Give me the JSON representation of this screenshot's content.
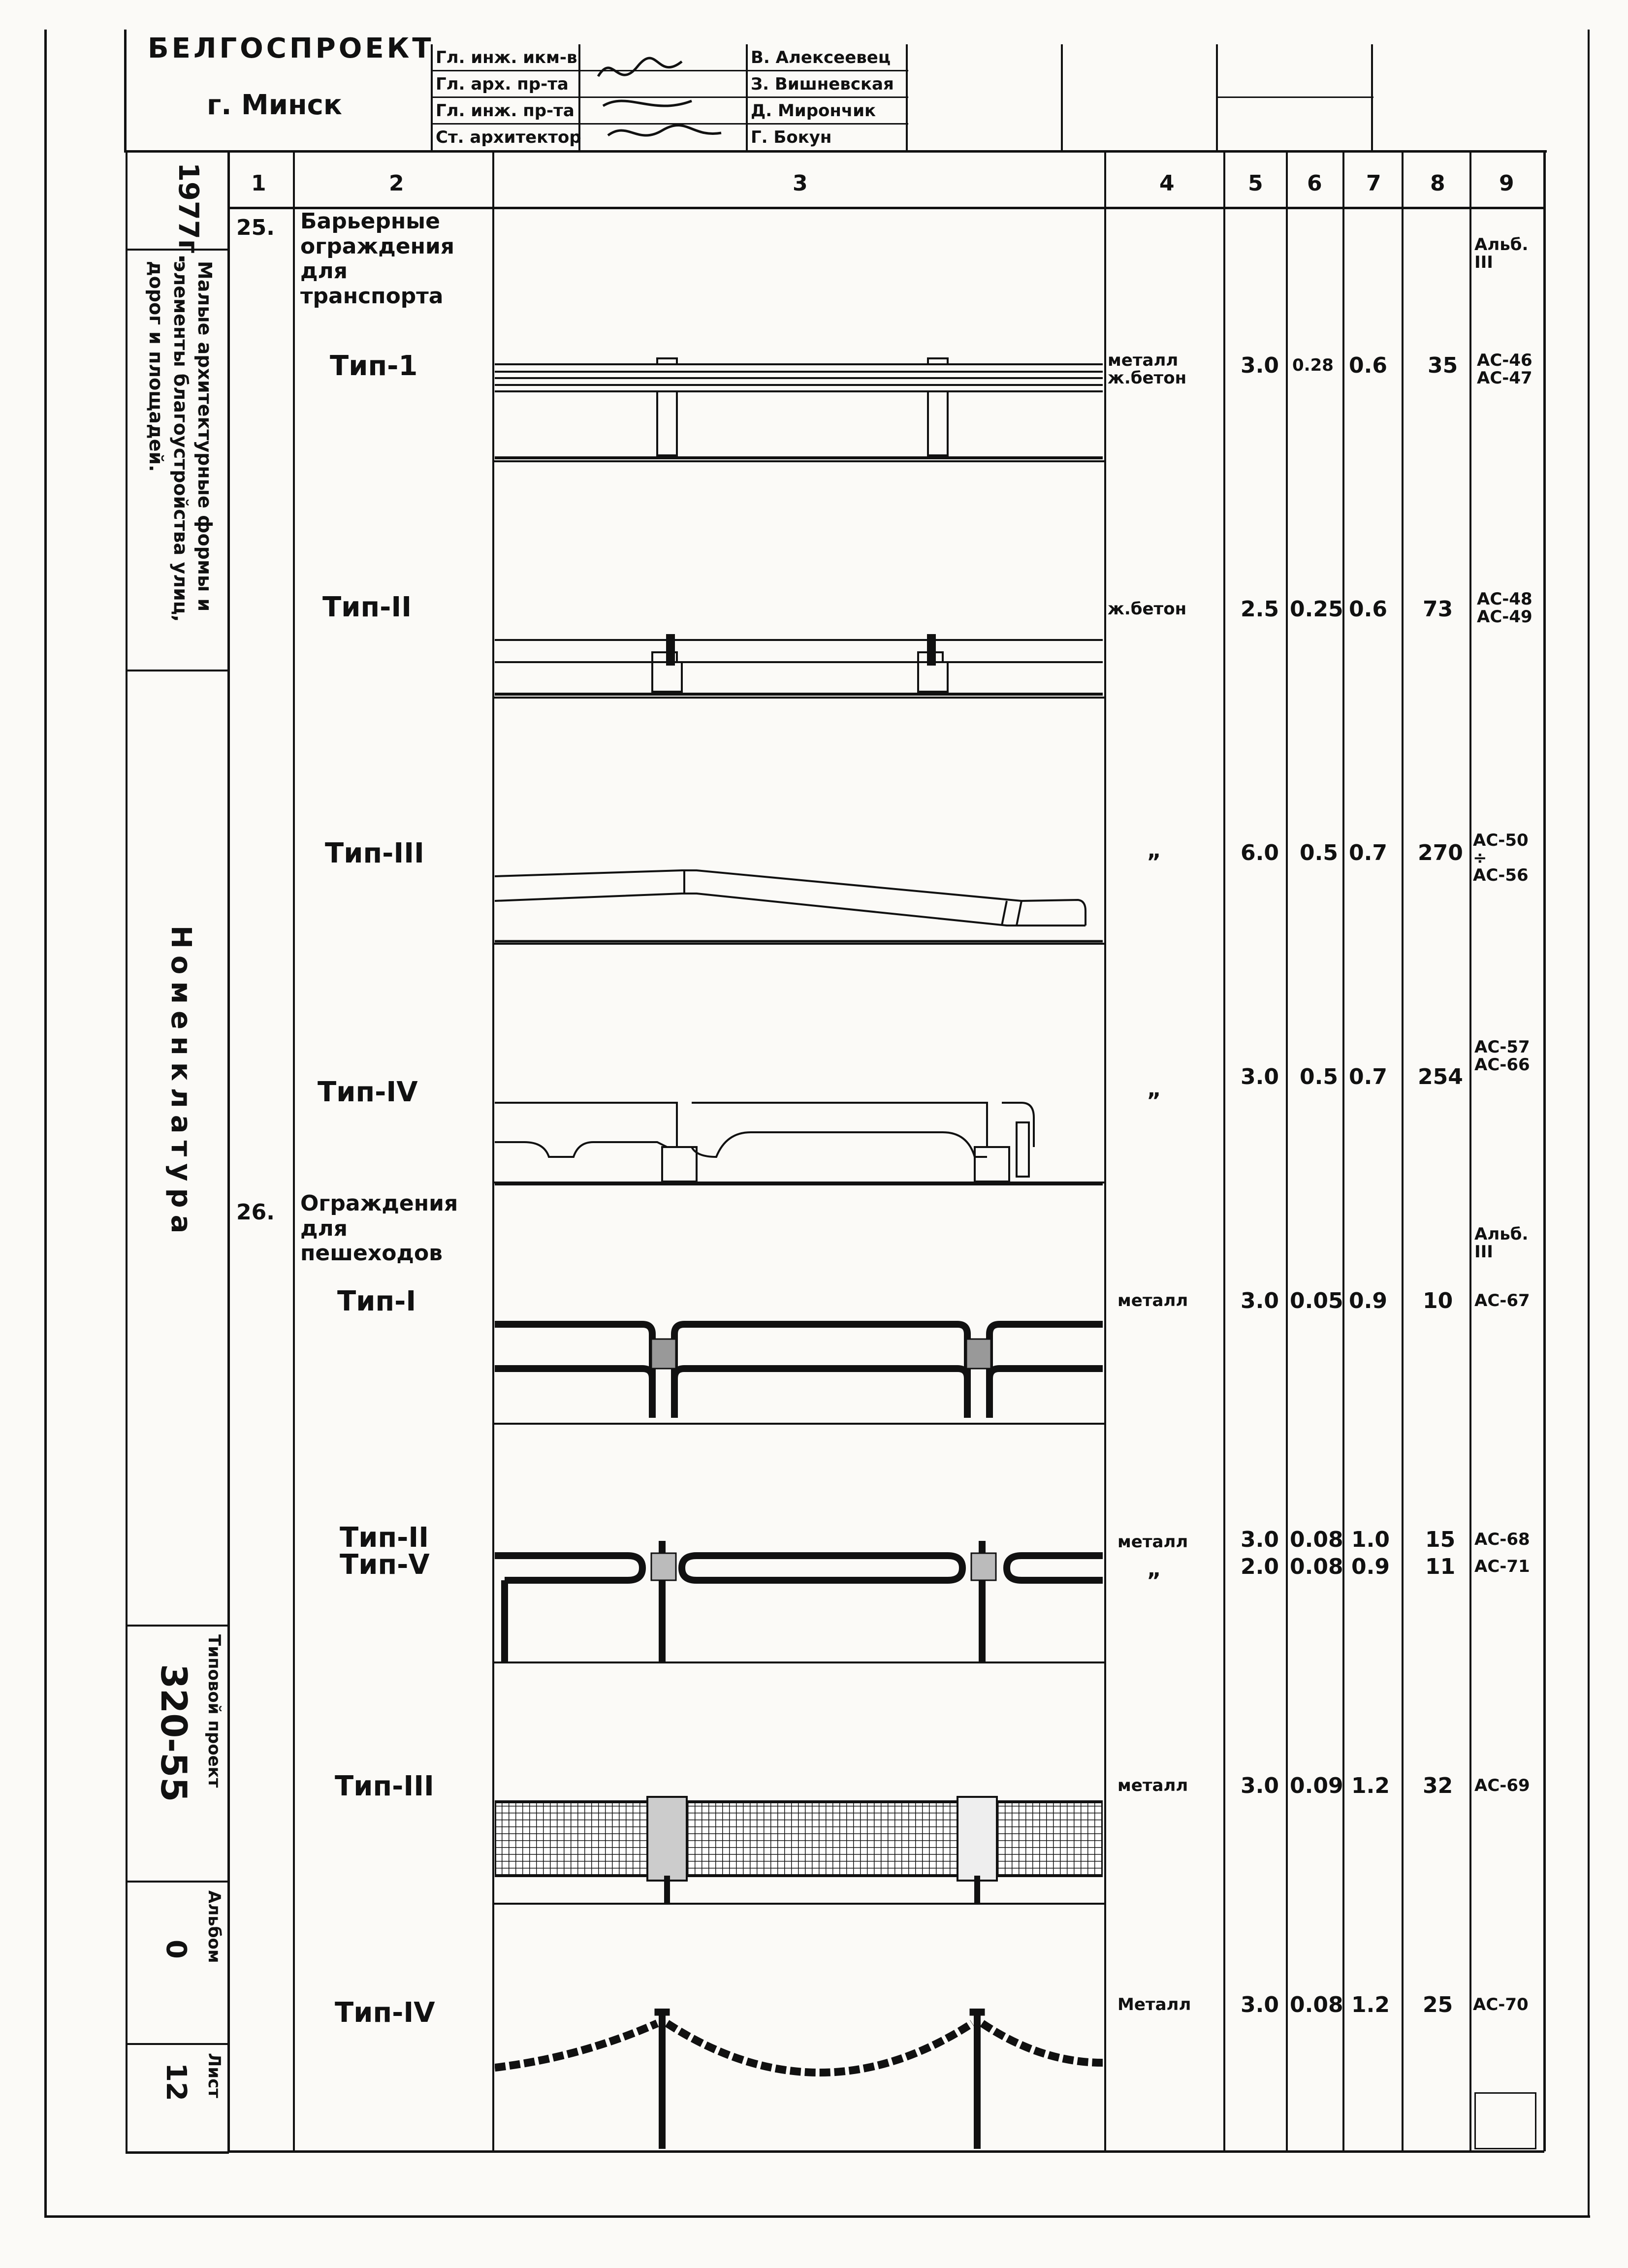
{
  "header": {
    "org": "БЕЛГОСПРОЕКТ",
    "city": "г. Минск",
    "roles": [
      "Гл. инж. икм-в",
      "Гл. арх. пр-та",
      "Гл. инж. пр-та",
      "Ст. архитектор"
    ],
    "names": [
      "В. Алексеевец",
      "З. Вишневская",
      "Д. Мирончик",
      "Г. Бокун"
    ]
  },
  "side": {
    "year": "1977г.",
    "subject": "Малые архитектурные формы и элементы благоустройства улиц, дорог и площадей.",
    "section": "Номенклатура",
    "project_label": "Типовой проект",
    "project_no": "320-55",
    "album_label": "Альбом",
    "album_no": "0",
    "sheet_label": "Лист",
    "sheet_no": "12"
  },
  "columns": [
    "1",
    "2",
    "3",
    "4",
    "5",
    "6",
    "7",
    "8",
    "9"
  ],
  "groups": [
    {
      "no": "25.",
      "title": "Барьерные ограждения для транспорта",
      "album": "Альб. III"
    },
    {
      "no": "26.",
      "title": "Ограждения для пешеходов",
      "album": "Альб. III"
    }
  ],
  "rows": [
    {
      "type": "Тип-1",
      "material": "металл ж.бетон",
      "c5": "3.0",
      "c6": "0.28",
      "c7": "0.6",
      "c8": "35",
      "ref": "АС-46 АС-47"
    },
    {
      "type": "Тип-II",
      "material": "ж.бетон",
      "c5": "2.5",
      "c6": "0.25",
      "c7": "0.6",
      "c8": "73",
      "ref": "АС-48 АС-49"
    },
    {
      "type": "Тип-III",
      "material": "„",
      "c5": "6.0",
      "c6": "0.5",
      "c7": "0.7",
      "c8": "270",
      "ref": "АС-50 ÷ АС-56"
    },
    {
      "type": "Тип-IV",
      "material": "„",
      "c5": "3.0",
      "c6": "0.5",
      "c7": "0.7",
      "c8": "254",
      "ref": "АС-57 АС-66"
    },
    {
      "type": "Тип-I",
      "material": "металл",
      "c5": "3.0",
      "c6": "0.05",
      "c7": "0.9",
      "c8": "10",
      "ref": "АС-67"
    },
    {
      "type": "Тип-II",
      "material": "металл",
      "c5": "3.0",
      "c6": "0.08",
      "c7": "1.0",
      "c8": "15",
      "ref": "АС-68"
    },
    {
      "type": "Тип-V",
      "material": "„",
      "c5": "2.0",
      "c6": "0.08",
      "c7": "0.9",
      "c8": "11",
      "ref": "АС-71"
    },
    {
      "type": "Тип-III",
      "material": "металл",
      "c5": "3.0",
      "c6": "0.09",
      "c7": "1.2",
      "c8": "32",
      "ref": "АС-69"
    },
    {
      "type": "Тип-IV",
      "material": "Металл",
      "c5": "3.0",
      "c6": "0.08",
      "c7": "1.2",
      "c8": "25",
      "ref": "АС-70"
    }
  ]
}
